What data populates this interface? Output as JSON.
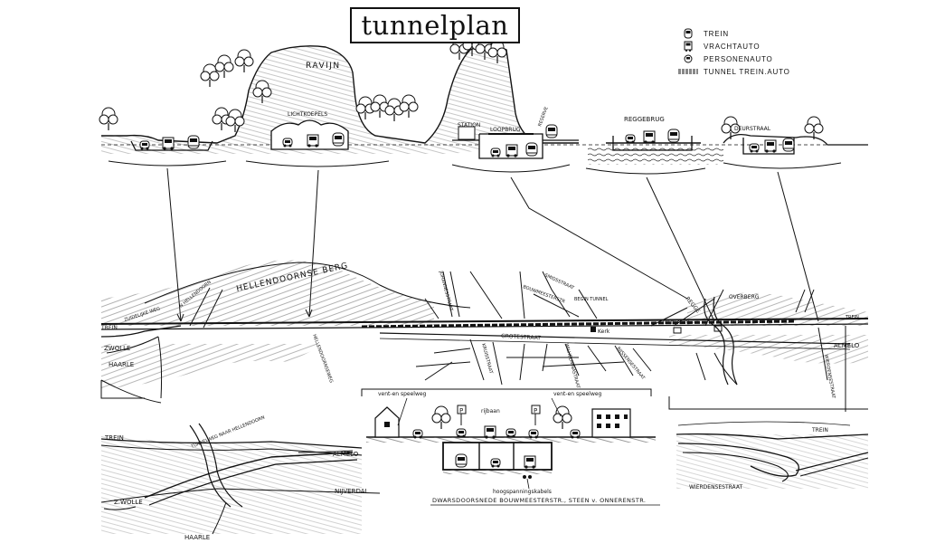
{
  "title": "tunnelplan",
  "legend": [
    {
      "icon": "train-icon",
      "label": "TREIN"
    },
    {
      "icon": "truck-icon",
      "label": "VRACHTAUTO"
    },
    {
      "icon": "car-icon",
      "label": "PERSONENAUTO"
    },
    {
      "icon": "tunnel-icon",
      "label": "TUNNEL TREIN.AUTO"
    }
  ],
  "top_labels": {
    "ravijn": "RAVIJN",
    "lichtkoepels": "LICHTKOEPELS",
    "station": "STATION",
    "loopbrug": "LOOPBRUG",
    "rigging": "REGGE BRUG",
    "reggebrug": "REGGEBRUG",
    "dijkstrek": "DEURSTRAAL",
    "reserve": "RESERVE"
  },
  "map_labels": {
    "hellendoornse_berg": "HELLENDOORNSE BERG",
    "trein_left": "TREIN",
    "zwolle_left": "ZWOLLE",
    "haarle": "HAARLE",
    "zuidelijke_weg": "ZUIDELIJKE WEG",
    "naar_hellendoorn": "N HELLENDOORN",
    "nijverdalseweg": "HELLENDOORNSEWEG",
    "johannesstraat": "JOHANNESSTRAAT",
    "grotestraat": "GROTESTRAAT",
    "kerk": "Kerk",
    "begin_tunnel": "BEGIN TUNNEL",
    "trein_auto": "TREIN-AUTO",
    "regge": "REGGE",
    "overberg": "OVERBERG",
    "trein_right": "TREIN",
    "almelo_right": "ALMELO",
    "wierdensestraat_v": "WIERDENSESTRAAT",
    "rijssensestraat": "RIJSSENSESTRAAT",
    "smidsstraat": "SMIDSSTRAAT",
    "kruisstraat": "KRUISSTRAAT",
    "wilhelminastraat": "WILHELMINASTRAAT",
    "bouwmeesterstraat": "BOUWMEESTERSTR"
  },
  "bottom_left": {
    "trein": "TREIN",
    "tunnelweg": "TUNNELWEG NAAR HELLENDOORN",
    "almelo": "ALMELO",
    "nijverdal": "NIJVERDAL",
    "zwolle": "Z.WOLLE",
    "haarle": "HAARLE"
  },
  "cross_section": {
    "speelweg_left": "vent-en speelweg",
    "rijbaan": "rijbaan",
    "speelweg_right": "vent-en speelweg",
    "hoogspanningskabels": "hoogspanningskabels",
    "caption": "DWARSDOORSNEDE BOUWMEESTERSTR., STEEN v. ONNERENSTR.",
    "parking": "P"
  },
  "bottom_right": {
    "trein": "TREIN",
    "wierdensestraat": "WIERDENSESTRAAT"
  }
}
